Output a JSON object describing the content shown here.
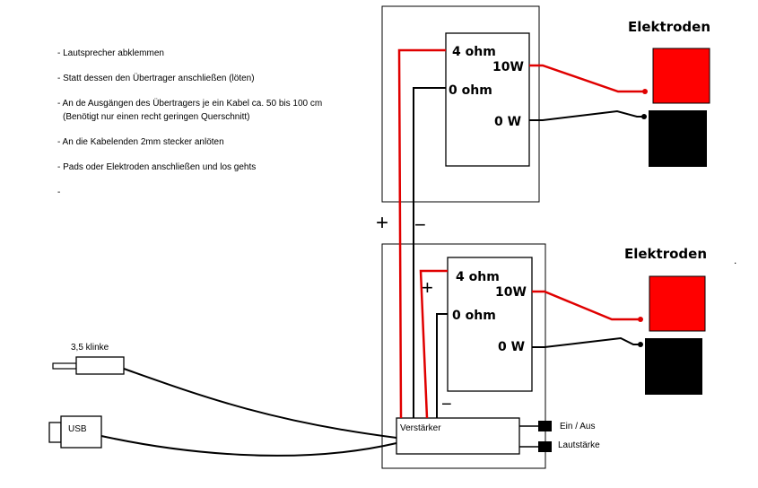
{
  "instructions": [
    "- Lautsprecher abklemmen",
    "- Statt dessen den Übertrager anschließen (löten)",
    "- An de Ausgängen des Übertragers je ein Kabel ca. 50 bis 100 cm",
    "(Benötigt nur einen recht geringen Querschnitt)",
    "- An die Kabelenden 2mm stecker anlöten",
    "- Pads oder Elektroden anschließen und los gehts",
    "-"
  ],
  "transformer_top": {
    "tap_4ohm": "4 ohm",
    "tap_0ohm": "0 ohm",
    "out_10w": "10W",
    "out_0w": "0 W",
    "electrodes_label": "Elektroden"
  },
  "transformer_bottom": {
    "tap_4ohm": "4 ohm",
    "tap_0ohm": "0 ohm",
    "out_10w": "10W",
    "out_0w": "0 W",
    "electrodes_label": "Elektroden"
  },
  "polarity": {
    "plus": "+",
    "minus": "−"
  },
  "amplifier_label": "Verstärker",
  "jack_label": "3,5 klinke",
  "usb_label": "USB",
  "switch_power_label": "Ein / Aus",
  "switch_volume_label": "Lautstärke",
  "stray_dot": ".",
  "colors": {
    "wire_red": "#e00000",
    "wire_black": "#000000",
    "pad_red": "#ff0000",
    "pad_black": "#000000"
  }
}
